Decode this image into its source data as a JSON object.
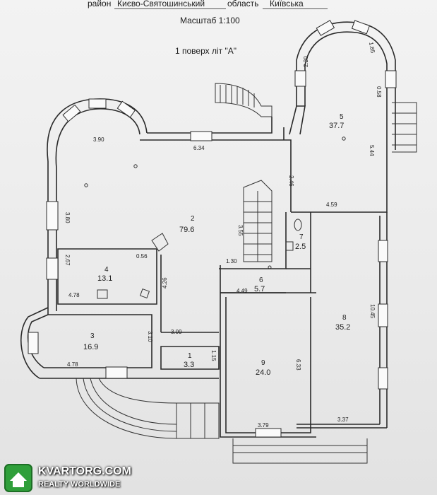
{
  "header": {
    "district_word": "район",
    "district_value": "Києво-Святошинський",
    "oblast_word": "область",
    "oblast_value": "Київська",
    "scale": "Масштаб 1:100",
    "floor_title": "1 поверх літ \"А\""
  },
  "rooms": [
    {
      "number": "1",
      "area": "3.3"
    },
    {
      "number": "2",
      "area": "79.6"
    },
    {
      "number": "3",
      "area": "16.9"
    },
    {
      "number": "4",
      "area": "13.1"
    },
    {
      "number": "5",
      "area": "37.7"
    },
    {
      "number": "6",
      "area": "5.7"
    },
    {
      "number": "7",
      "area": "2.5"
    },
    {
      "number": "8",
      "area": "35.2"
    },
    {
      "number": "9",
      "area": "24.0"
    }
  ],
  "dimensions": {
    "d_3_90": "3.90",
    "d_6_34": "6.34",
    "d_3_80": "3.80",
    "d_2_67": "2.67",
    "d_0_56": "0.56",
    "d_4_78_top": "4.78",
    "d_4_26": "4.26",
    "d_3_10": "3.10",
    "d_3_09": "3.09",
    "d_4_78_bottom": "4.78",
    "d_1_15": "1.15",
    "d_1_30": "1.30",
    "d_3_55": "3.55",
    "d_4_49": "4.49",
    "d_6_33": "6.33",
    "d_3_79": "3.79",
    "d_2_46": "2.46",
    "d_4_59": "4.59",
    "d_2_20": "2.20",
    "d_1_85": "1.85",
    "d_0_58": "0.58",
    "d_5_44": "5.44",
    "d_10_45": "10.45",
    "d_3_37": "3.37"
  },
  "watermark": {
    "line1": "KVARTORG.COM",
    "line2": "REALTY WORLDWIDE",
    "logo_color": "#2f9f3a"
  }
}
